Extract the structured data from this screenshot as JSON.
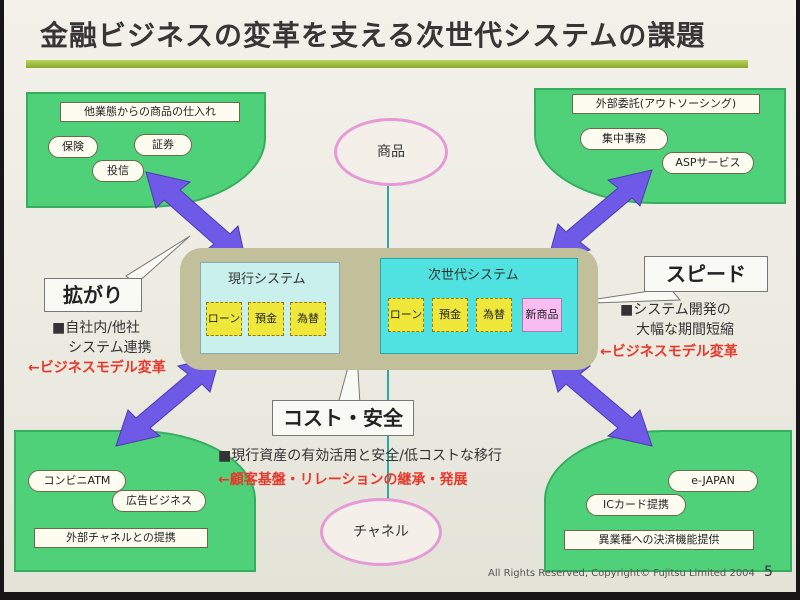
{
  "title": "金融ビジネスの変革を支える次世代システムの課題",
  "corners": {
    "top_left": {
      "header": "他業態からの商品の仕入れ",
      "pills": [
        "保険",
        "証券",
        "投信"
      ]
    },
    "top_right": {
      "header": "外部委託(アウトソーシング)",
      "pills": [
        "集中事務",
        "ASPサービス"
      ]
    },
    "bottom_left": {
      "pills": [
        "コンビニATM",
        "広告ビジネス"
      ],
      "footer": "外部チャネルとの提携"
    },
    "bottom_right": {
      "pills": [
        "e-JAPAN",
        "ICカード提携"
      ],
      "footer": "異業種への決済機能提供"
    }
  },
  "circles": {
    "top": "商品",
    "bottom": "チャネル"
  },
  "systems": {
    "current": {
      "label": "現行システム",
      "chips": [
        "ローン",
        "預金",
        "為替"
      ]
    },
    "next": {
      "label": "次世代システム",
      "chips": [
        "ローン",
        "預金",
        "為替",
        "新商品"
      ]
    }
  },
  "callouts": {
    "expand": "拡がり",
    "speed": "スピード",
    "cost": "コスト・安全"
  },
  "notes": {
    "left_line1": "■自社内/他社",
    "left_line2": "システム連携",
    "left_red": "←ビジネスモデル変革",
    "right_line1": "■システム開発の",
    "right_line2": "大幅な期間短縮",
    "right_red": "←ビジネスモデル変革",
    "bottom_line": "■現行資産の有効活用と安全/低コストな移行",
    "bottom_red": "←顧客基盤・リレーションの継承・発展"
  },
  "footer": "All Rights Reserved, Copyright© Fujitsu Limited 2004",
  "page_number": "5",
  "colors": {
    "corner_green": "#4fd17a",
    "arrow_purple": "#6f5ae8",
    "circle_pink": "#e59ad6",
    "accent_red": "#e8382a",
    "next_system_cyan": "#4fe2e0",
    "chip_yellow": "#efe83a"
  }
}
